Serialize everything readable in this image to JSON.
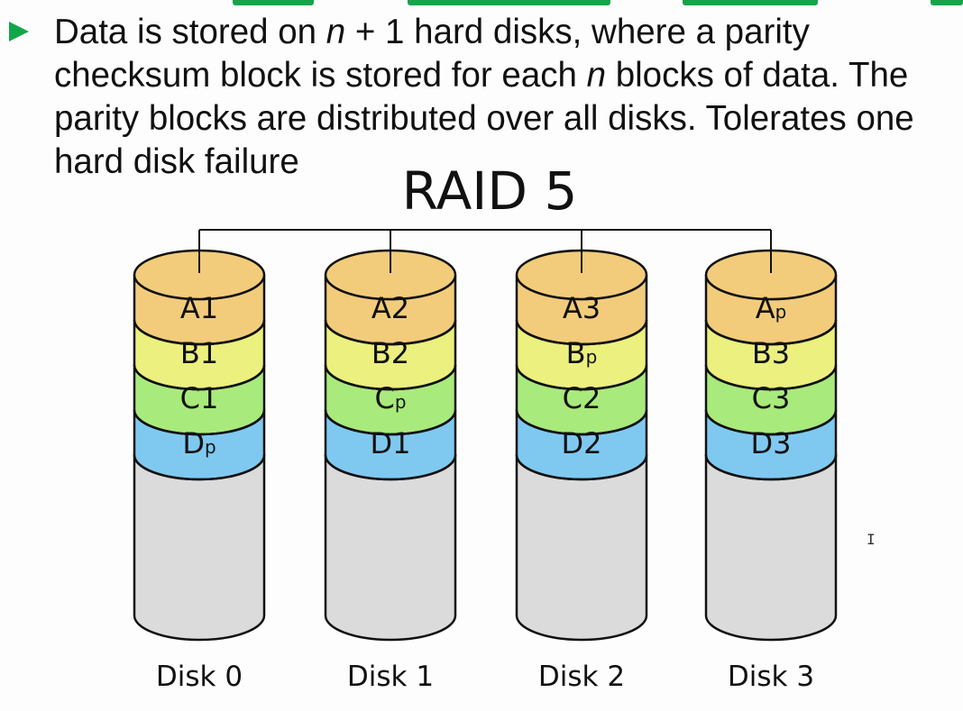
{
  "bullet": {
    "text_before_n1": "Data is stored on ",
    "var_n1": "n",
    "text_after_n1": " + 1 hard disks, where a parity checksum block is stored for each ",
    "var_n2": "n",
    "text_after_n2": " blocks of data. The parity blocks are distributed over all disks. Tolerates one hard disk failure"
  },
  "diagram": {
    "title": "RAID 5",
    "colors": {
      "row_a": "#f2cc7b",
      "row_b": "#ebf07e",
      "row_c": "#a9ea7c",
      "row_d": "#7fc9f0",
      "empty": "#dcdbdc",
      "outline": "#111111",
      "header": "#17a34a",
      "bullet": "#12a64a"
    },
    "disks": [
      {
        "label": "Disk 0",
        "blocks": [
          {
            "base": "A1",
            "sub": ""
          },
          {
            "base": "B1",
            "sub": ""
          },
          {
            "base": "C1",
            "sub": ""
          },
          {
            "base": "D",
            "sub": "p"
          }
        ]
      },
      {
        "label": "Disk 1",
        "blocks": [
          {
            "base": "A2",
            "sub": ""
          },
          {
            "base": "B2",
            "sub": ""
          },
          {
            "base": "C",
            "sub": "p"
          },
          {
            "base": "D1",
            "sub": ""
          }
        ]
      },
      {
        "label": "Disk 2",
        "blocks": [
          {
            "base": "A3",
            "sub": ""
          },
          {
            "base": "B",
            "sub": "p"
          },
          {
            "base": "C2",
            "sub": ""
          },
          {
            "base": "D2",
            "sub": ""
          }
        ]
      },
      {
        "label": "Disk 3",
        "blocks": [
          {
            "base": "A",
            "sub": "p"
          },
          {
            "base": "B3",
            "sub": ""
          },
          {
            "base": "C3",
            "sub": ""
          },
          {
            "base": "D3",
            "sub": ""
          }
        ]
      }
    ]
  }
}
